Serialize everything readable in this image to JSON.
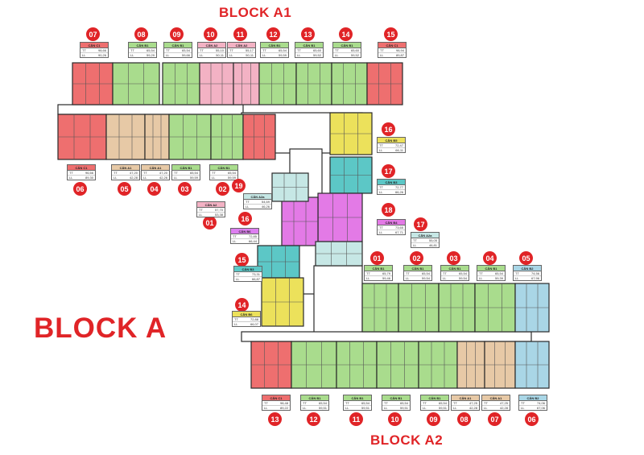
{
  "titles": {
    "block_a1": "BLOCK A1",
    "block_a2": "BLOCK A2",
    "block_a": "BLOCK A"
  },
  "colors": {
    "c1": "#ee6f6f",
    "a2": "#f3b2c4",
    "b1": "#a9dc8d",
    "b2": "#a9d6e6",
    "b3": "#5cc7c6",
    "b4": "#e37ae6",
    "b5": "#ece15b",
    "b6": "#dd7ff0",
    "a1": "#e7c9a6",
    "a2a": "#c6e7e5",
    "accent": "#e02427"
  },
  "a1_top_units": [
    {
      "num": "07",
      "label": "CĂN C1",
      "tt": "98,66",
      "ll": "90,26",
      "color": "#ee6f6f"
    },
    {
      "num": "08",
      "label": "CĂN B1",
      "tt": "65,54",
      "ll": "59,29",
      "color": "#a9dc8d"
    },
    {
      "num": "09",
      "label": "CĂN B1",
      "tt": "65,54",
      "ll": "59,66",
      "color": "#a9dc8d"
    },
    {
      "num": "10",
      "label": "CĂN A2",
      "tt": "55,10",
      "ll": "50,11",
      "color": "#f3b2c4"
    },
    {
      "num": "11",
      "label": "CĂN A2",
      "tt": "55,17",
      "ll": "50,11",
      "color": "#f3b2c4"
    },
    {
      "num": "12",
      "label": "CĂN B1",
      "tt": "65,54",
      "ll": "59,59",
      "color": "#a9dc8d"
    },
    {
      "num": "13",
      "label": "CĂN B1",
      "tt": "65,60",
      "ll": "59,52",
      "color": "#a9dc8d"
    },
    {
      "num": "14",
      "label": "CĂN B1",
      "tt": "65,60",
      "ll": "59,52",
      "color": "#a9dc8d"
    },
    {
      "num": "15",
      "label": "CĂN C1",
      "tt": "98,94",
      "ll": "89,87",
      "color": "#ee6f6f"
    }
  ],
  "a1_bottom_units": [
    {
      "num": "06",
      "label": "CĂN C1",
      "tt": "96,66",
      "ll": "89,30",
      "color": "#ee6f6f"
    },
    {
      "num": "05",
      "label": "CĂN A1",
      "tt": "47,20",
      "ll": "42,28",
      "color": "#e7c9a6"
    },
    {
      "num": "04",
      "label": "CĂN A1",
      "tt": "47,20",
      "ll": "42,26",
      "color": "#e7c9a6"
    },
    {
      "num": "03",
      "label": "CĂN B1",
      "tt": "65,54",
      "ll": "59,59",
      "color": "#a9dc8d"
    },
    {
      "num": "02",
      "label": "CĂN B1",
      "tt": "65,54",
      "ll": "59,59",
      "color": "#a9dc8d"
    }
  ],
  "core_units": [
    {
      "num": "01",
      "label": "CĂN A2",
      "tt": "57,70",
      "ll": "53,38",
      "color": "#f3b2c4"
    },
    {
      "num": "19",
      "label": "CĂN A2a",
      "tt": "54,69",
      "ll": "46,26",
      "color": "#c6e7e5"
    },
    {
      "num": "16",
      "label": "CĂN B5",
      "tt": "72,47",
      "ll": "66,11",
      "color": "#ece15b"
    },
    {
      "num": "17",
      "label": "CĂN B3",
      "tt": "72,77",
      "ll": "66,26",
      "color": "#5cc7c6"
    },
    {
      "num": "18",
      "label": "CĂN B4",
      "tt": "73,65",
      "ll": "67,71",
      "color": "#e37ae6"
    },
    {
      "num": "17",
      "label": "CĂN A2a",
      "tt": "55,05",
      "ll": "46,81",
      "color": "#c6e7e5"
    },
    {
      "num": "16",
      "label": "CĂN B6",
      "tt": "72,85",
      "ll": "66,44",
      "color": "#dd7ff0"
    },
    {
      "num": "15",
      "label": "CĂN B3",
      "tt": "73,31",
      "ll": "66,87",
      "color": "#5cc7c6"
    },
    {
      "num": "14",
      "label": "CĂN B6",
      "tt": "72,88",
      "ll": "66,07",
      "color": "#ece15b"
    }
  ],
  "a2_top_units": [
    {
      "num": "01",
      "label": "CĂN B1",
      "tt": "65,79",
      "ll": "59,46",
      "color": "#a9dc8d"
    },
    {
      "num": "02",
      "label": "CĂN B1",
      "tt": "65,54",
      "ll": "59,54",
      "color": "#a9dc8d"
    },
    {
      "num": "03",
      "label": "CĂN B1",
      "tt": "65,54",
      "ll": "59,54",
      "color": "#a9dc8d"
    },
    {
      "num": "04",
      "label": "CĂN B1",
      "tt": "65,54",
      "ll": "59,39",
      "color": "#a9dc8d"
    },
    {
      "num": "05",
      "label": "CĂN B2",
      "tt": "74,56",
      "ll": "67,96",
      "color": "#a9d6e6"
    }
  ],
  "a2_bottom_units": [
    {
      "num": "13",
      "label": "CĂN C1",
      "tt": "98,48",
      "ll": "89,22",
      "color": "#ee6f6f"
    },
    {
      "num": "12",
      "label": "CĂN B1",
      "tt": "65,54",
      "ll": "59,51",
      "color": "#a9dc8d"
    },
    {
      "num": "11",
      "label": "CĂN B1",
      "tt": "65,54",
      "ll": "59,51",
      "color": "#a9dc8d"
    },
    {
      "num": "10",
      "label": "CĂN B1",
      "tt": "65,54",
      "ll": "59,51",
      "color": "#a9dc8d"
    },
    {
      "num": "09",
      "label": "CĂN B1",
      "tt": "65,54",
      "ll": "59,51",
      "color": "#a9dc8d"
    },
    {
      "num": "08",
      "label": "CĂN A1",
      "tt": "47,25",
      "ll": "42,28",
      "color": "#e7c9a6"
    },
    {
      "num": "07",
      "label": "CĂN A1",
      "tt": "47,25",
      "ll": "42,28",
      "color": "#e7c9a6"
    },
    {
      "num": "06",
      "label": "CĂN B2",
      "tt": "74,06",
      "ll": "67,06",
      "color": "#a9d6e6"
    }
  ]
}
